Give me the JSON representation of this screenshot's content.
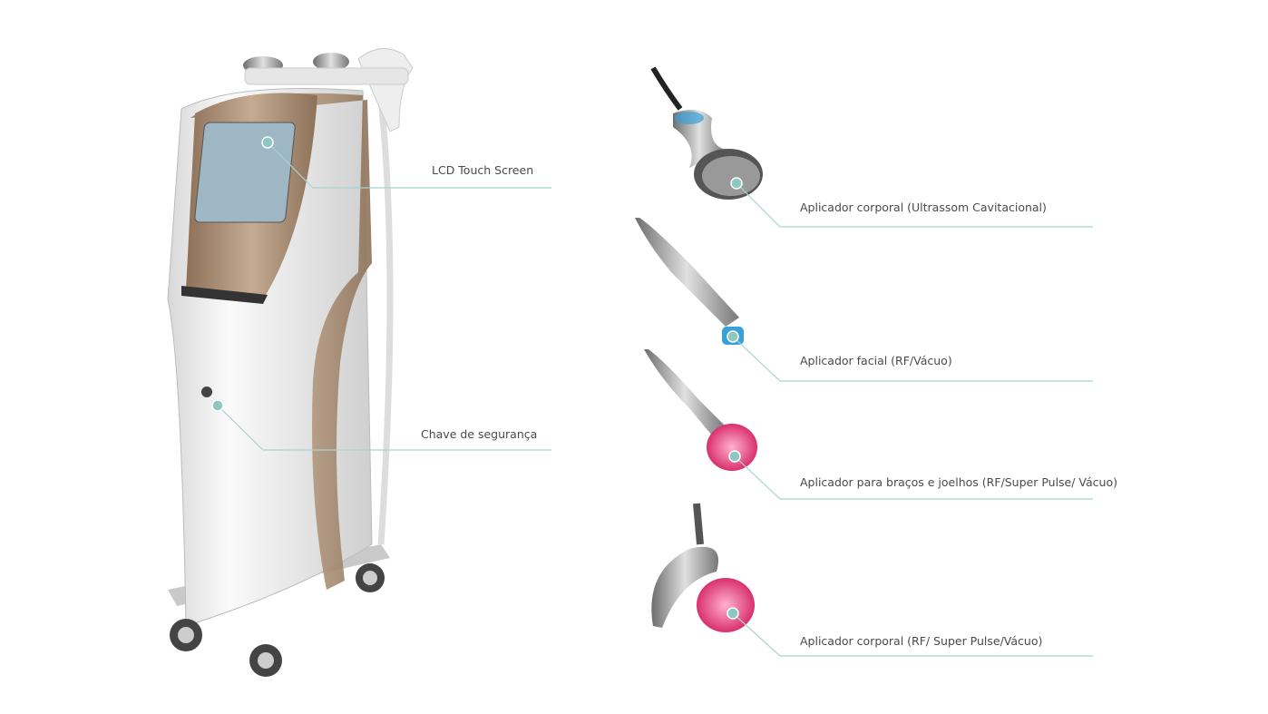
{
  "colors": {
    "accent": "#8cc7c0",
    "text": "#4a4a4a",
    "bronze": "#a88e74",
    "pink": "#e8457e",
    "blue": "#3aa0d8"
  },
  "callouts": [
    {
      "id": "lcd",
      "label": "LCD Touch Screen"
    },
    {
      "id": "key",
      "label": "Chave de segurança"
    },
    {
      "id": "cav",
      "label": "Aplicador corporal (Ultrassom Cavitacional)"
    },
    {
      "id": "facial",
      "label": "Aplicador facial (RF/Vácuo)"
    },
    {
      "id": "arms",
      "label": "Aplicador para braços e joelhos (RF/Super Pulse/ Vácuo)"
    },
    {
      "id": "body",
      "label": "Aplicador corporal (RF/ Super Pulse/Vácuo)"
    }
  ]
}
